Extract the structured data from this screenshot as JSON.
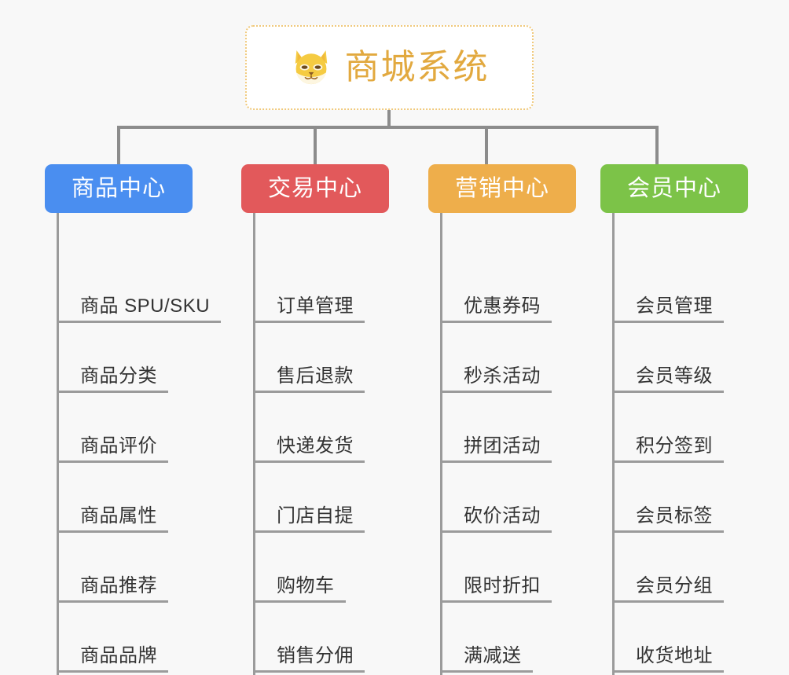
{
  "background": "#f8f8f8",
  "connector_color": "#8c8c8c",
  "leaf_line_color": "#9b9b9b",
  "root": {
    "title": "商城系统",
    "icon": "shiba-inu-icon",
    "title_color": "#e2a93f",
    "border_color": "#f0c97c",
    "background": "#ffffff"
  },
  "columns": [
    {
      "category": "商品中心",
      "color": "#4a8ef0",
      "items": [
        "商品 SPU/SKU",
        "商品分类",
        "商品评价",
        "商品属性",
        "商品推荐",
        "商品品牌"
      ]
    },
    {
      "category": "交易中心",
      "color": "#e2595b",
      "items": [
        "订单管理",
        "售后退款",
        "快递发货",
        "门店自提",
        "购物车",
        "销售分佣"
      ]
    },
    {
      "category": "营销中心",
      "color": "#eeae4b",
      "items": [
        "优惠券码",
        "秒杀活动",
        "拼团活动",
        "砍价活动",
        "限时折扣",
        "满减送"
      ]
    },
    {
      "category": "会员中心",
      "color": "#7cc348",
      "items": [
        "会员管理",
        "会员等级",
        "积分签到",
        "会员标签",
        "会员分组",
        "收货地址"
      ]
    }
  ],
  "layout": {
    "column_left": [
      57,
      307,
      545,
      764
    ],
    "leaf_row_step": 89,
    "first_leaf_baseline": 143
  }
}
